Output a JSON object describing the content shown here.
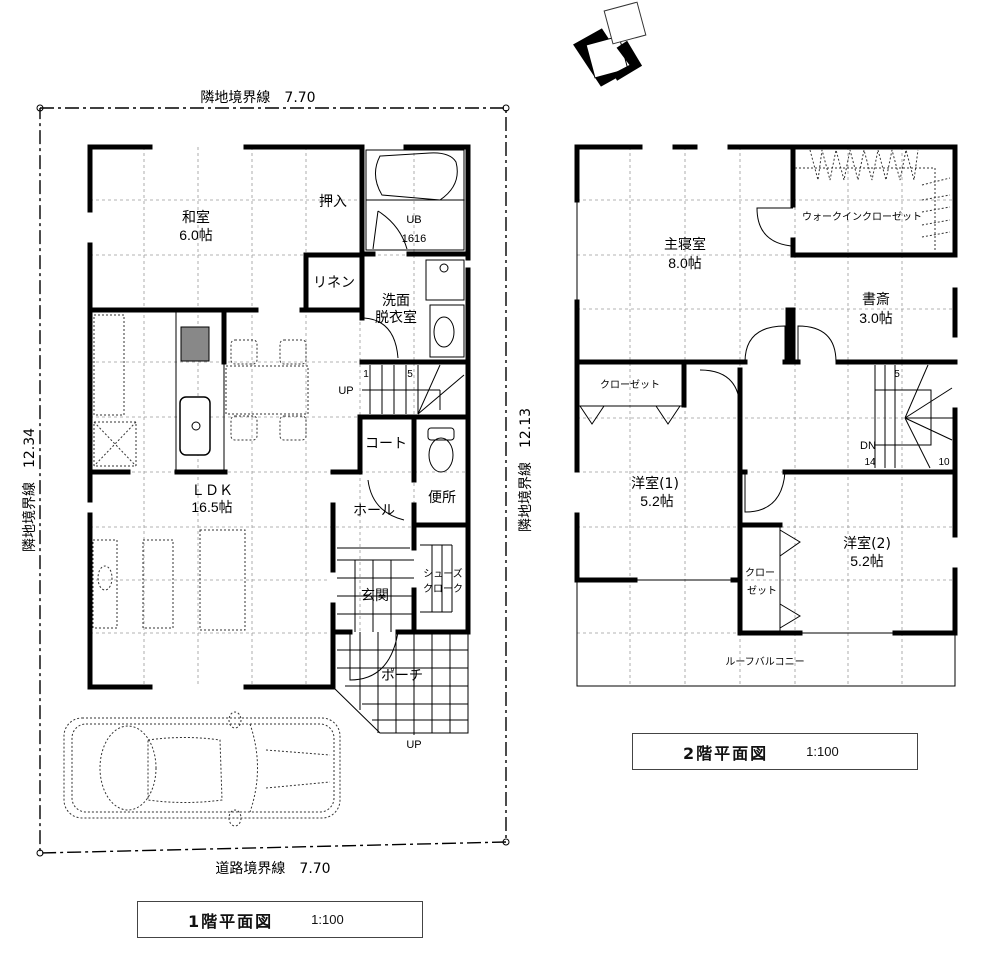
{
  "floor1": {
    "title": "1階平面図",
    "scale": "1:100",
    "boundary_top": "隣地境界線　7.70",
    "boundary_bottom": "道路境界線　7.70",
    "boundary_left": "隣地境界線　12.34",
    "boundary_right": "隣地境界線　12.13",
    "rooms": {
      "washitsu": {
        "name": "和室",
        "size": "6.0帖"
      },
      "oshiire": {
        "name": "押入"
      },
      "ub": {
        "name": "UB",
        "size": "1616"
      },
      "linen": {
        "name": "リネン"
      },
      "senmen": {
        "name": "洗面",
        "name2": "脱衣室"
      },
      "ldk": {
        "name": "ＬＤＫ",
        "size": "16.5帖"
      },
      "coat": {
        "name": "コート"
      },
      "toilet": {
        "name": "便所"
      },
      "hall": {
        "name": "ホール"
      },
      "shoes": {
        "name": "シューズ",
        "name2": "クローク"
      },
      "genkan": {
        "name": "玄関"
      },
      "porch": {
        "name": "ポーチ"
      }
    },
    "stairs": {
      "up_label": "UP",
      "step_start": "1",
      "step_5": "5"
    },
    "porch_up": "UP"
  },
  "floor2": {
    "title": "2階平面図",
    "scale": "1:100",
    "rooms": {
      "master": {
        "name": "主寝室",
        "size": "8.0帖"
      },
      "wic": {
        "name": "ウォークインクローゼット"
      },
      "study": {
        "name": "書斎",
        "size": "3.0帖"
      },
      "closet1": {
        "name": "クローゼット"
      },
      "western1": {
        "name": "洋室(1)",
        "size": "5.2帖"
      },
      "western2": {
        "name": "洋室(2)",
        "size": "5.2帖"
      },
      "closet2": {
        "name": "クロー",
        "name2": "ゼット"
      },
      "balcony": {
        "name": "ルーフバルコニー"
      }
    },
    "stairs": {
      "dn_label": "DN",
      "step_5": "5",
      "step_10": "10",
      "step_14": "14"
    }
  },
  "compass": {
    "icon": "north-arrow-icon"
  }
}
